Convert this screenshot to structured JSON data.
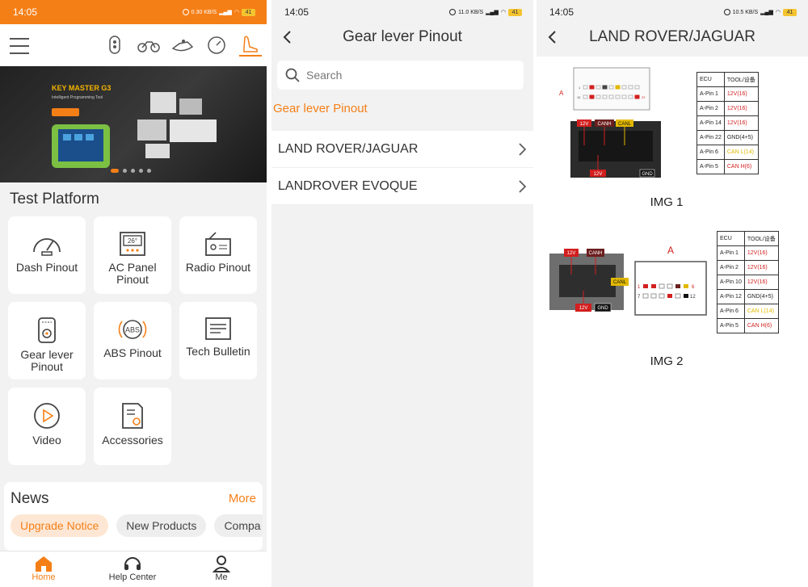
{
  "screens": [
    {
      "status": {
        "time": "14:05",
        "net1": "0.30",
        "net2": "KB/S",
        "bat": "41"
      },
      "banner": {
        "title": "KEY MASTER G3",
        "subtitle": "Intelligent Programming Tool"
      },
      "section_title": "Test Platform",
      "cards": [
        "Dash Pinout",
        "AC Panel Pinout",
        "Radio Pinout",
        "Gear lever Pinout",
        "ABS Pinout",
        "Tech Bulletin",
        "Video",
        "Accessories"
      ],
      "ac_temp": "26°",
      "abs_text": "ABS",
      "news": {
        "title": "News",
        "more": "More",
        "chips": [
          "Upgrade Notice",
          "New Products",
          "Compa"
        ]
      },
      "nav": [
        "Home",
        "Help Center",
        "Me"
      ]
    },
    {
      "status": {
        "time": "14:05",
        "net1": "11.0",
        "net2": "KB/S",
        "bat": "41"
      },
      "title": "Gear lever Pinout",
      "search_placeholder": "Search",
      "section": "Gear lever Pinout",
      "items": [
        "LAND ROVER/JAGUAR",
        "LANDROVER EVOQUE"
      ]
    },
    {
      "status": {
        "time": "14:05",
        "net1": "10.5",
        "net2": "KB/S",
        "bat": "41"
      },
      "title": "LAND ROVER/JAGUAR",
      "img1": {
        "caption": "IMG 1",
        "connector_label": "A",
        "wire_labels": [
          "12V",
          "CANH",
          "CANL",
          "12V",
          "GND"
        ],
        "pin_numbers": [
          "1",
          "12",
          "22"
        ],
        "header": [
          "ECU",
          "TOOL/设备"
        ],
        "rows": [
          [
            "A-Pin 1",
            "12V(16)"
          ],
          [
            "A-Pin 2",
            "12V(16)"
          ],
          [
            "A-Pin 14",
            "12V(16)"
          ],
          [
            "A-Pin 22",
            "GND(4+5)"
          ],
          [
            "A-Pin 6",
            "CAN L(14)"
          ],
          [
            "A-Pin 5",
            "CAN H(6)"
          ]
        ]
      },
      "img2": {
        "caption": "IMG 2",
        "connector_label": "A",
        "wire_labels": [
          "12V",
          "CANH",
          "CANL",
          "12V",
          "GND"
        ],
        "pin_numbers": [
          "1",
          "6",
          "7",
          "12"
        ],
        "header": [
          "ECU",
          "TOOL/设备"
        ],
        "rows": [
          [
            "A-Pin 1",
            "12V(16)"
          ],
          [
            "A-Pin 2",
            "12V(16)"
          ],
          [
            "A-Pin 10",
            "12V(16)"
          ],
          [
            "A-Pin 12",
            "GND(4+5)"
          ],
          [
            "A-Pin 6",
            "CAN L(14)"
          ],
          [
            "A-Pin 5",
            "CAN H(6)"
          ]
        ]
      }
    }
  ]
}
